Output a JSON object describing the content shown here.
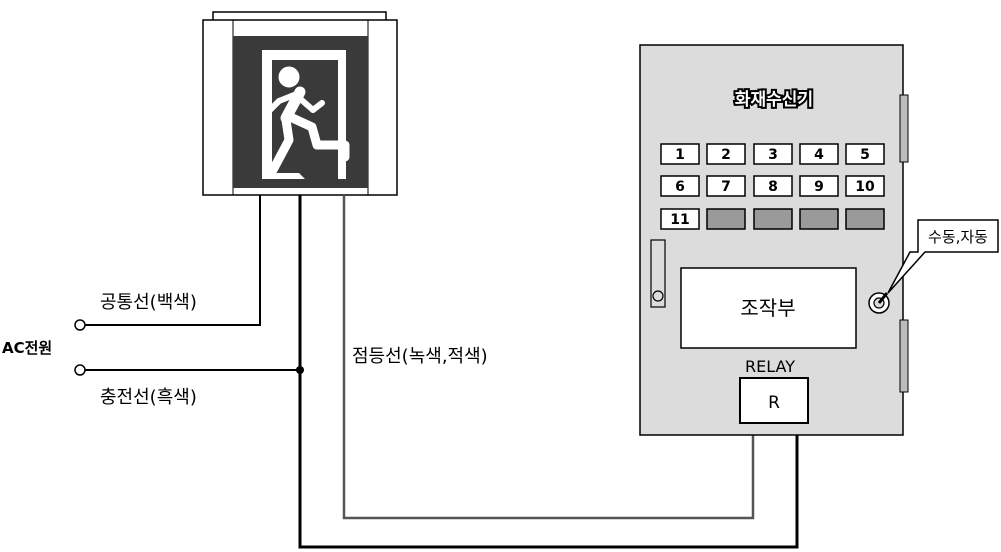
{
  "labels": {
    "ac_power": "AC전원",
    "common_wire": "공통선(백색)",
    "charge_wire": "충전선(흑색)",
    "light_wire": "점등선(녹색,적색)",
    "relay": "RELAY",
    "relay_box": "R"
  },
  "panel": {
    "title": "화재수신기",
    "buttons": [
      "1",
      "2",
      "3",
      "4",
      "5",
      "6",
      "7",
      "8",
      "9",
      "10",
      "11"
    ],
    "control_label": "조작부",
    "switch_callout": "수동,자동"
  },
  "colors": {
    "panel_fill": "#dcdcdc",
    "sign_fill": "#3a3a3a",
    "button_dark": "#9a9a9a",
    "wire_grey": "#555555",
    "wire_black": "#000000"
  }
}
